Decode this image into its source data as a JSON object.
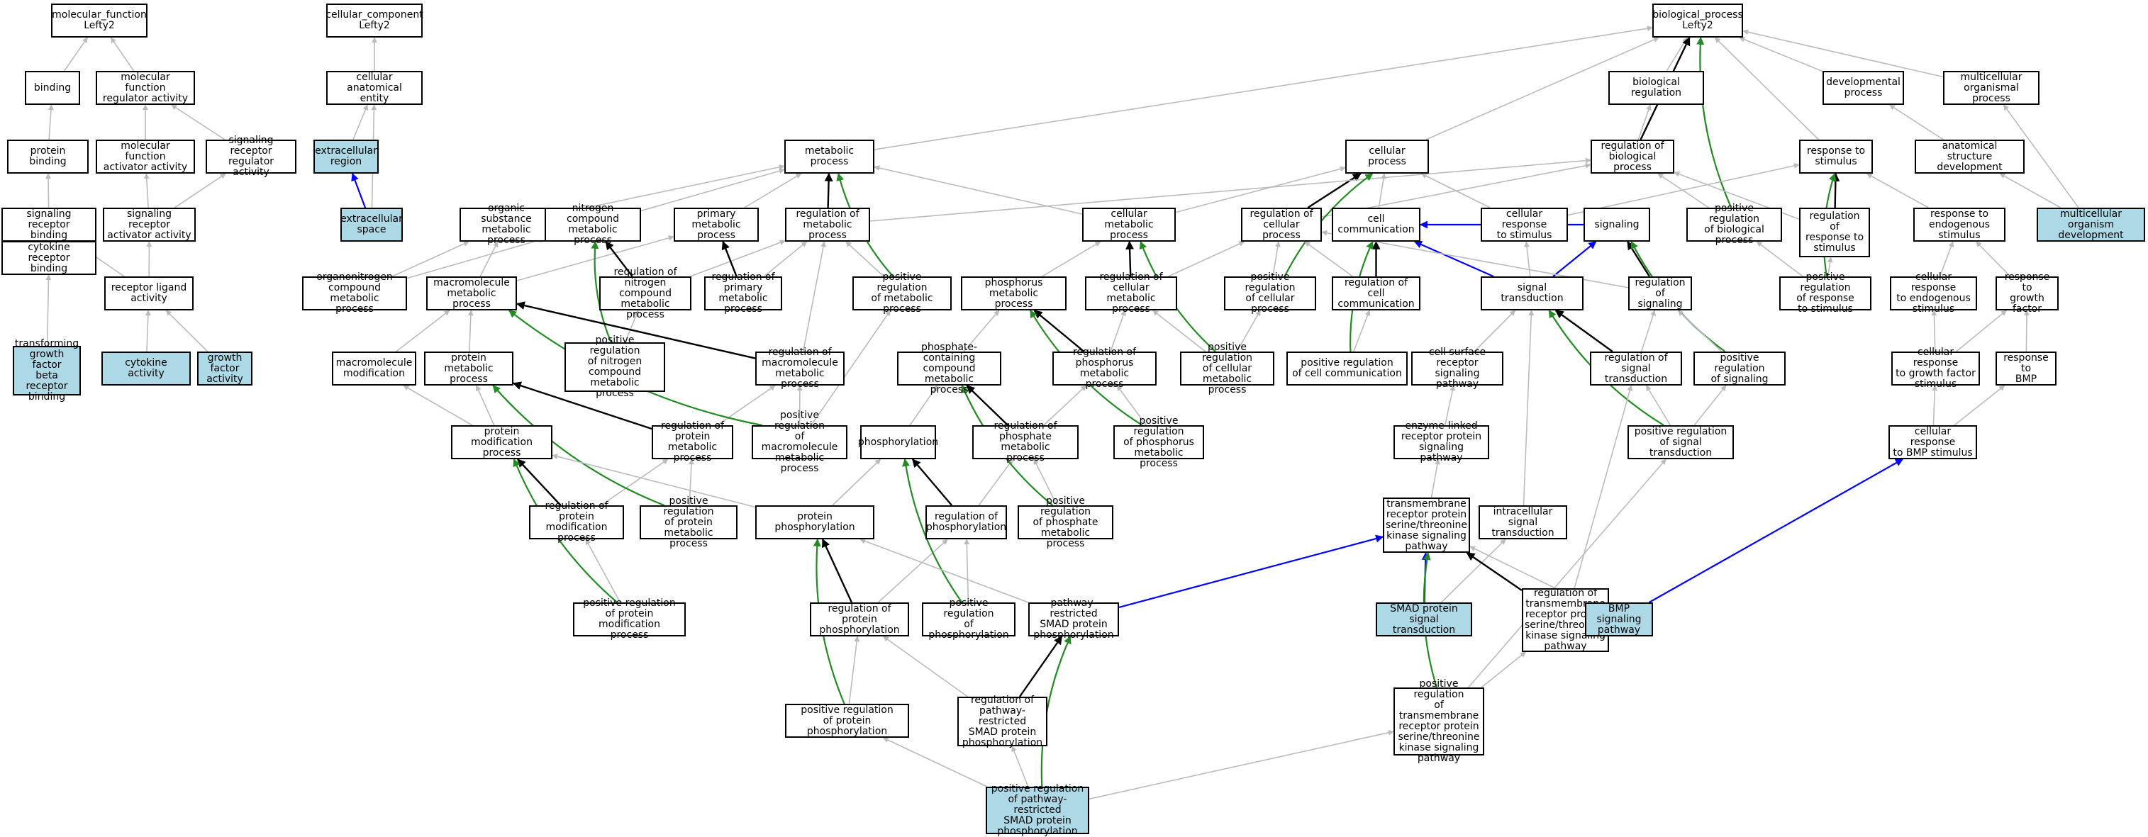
{
  "title": "",
  "colors": {
    "node_highlight": "#add8e6",
    "edge_is_a": "#bbbbbb",
    "edge_part_of": "#000000",
    "edge_positive": "#228b22",
    "edge_regulates": "#0000ff"
  },
  "nodes": [
    {
      "id": "mf",
      "label": "molecular_function\nLefty2",
      "hl": false
    },
    {
      "id": "binding",
      "label": "binding",
      "hl": false
    },
    {
      "id": "mfra",
      "label": "molecular function\nregulator activity",
      "hl": false
    },
    {
      "id": "protbind",
      "label": "protein binding",
      "hl": false
    },
    {
      "id": "mfaa",
      "label": "molecular function\nactivator activity",
      "hl": false
    },
    {
      "id": "srra",
      "label": "signaling receptor\nregulator activity",
      "hl": false
    },
    {
      "id": "srb",
      "label": "signaling receptor\nbinding",
      "hl": false
    },
    {
      "id": "sraa",
      "label": "signaling receptor\nactivator activity",
      "hl": false
    },
    {
      "id": "crb",
      "label": "cytokine receptor\nbinding",
      "hl": false
    },
    {
      "id": "rla",
      "label": "receptor ligand\nactivity",
      "hl": false
    },
    {
      "id": "tgfb",
      "label": "transforming\ngrowth factor\nbeta receptor\nbinding",
      "hl": true
    },
    {
      "id": "cyto",
      "label": "cytokine activity",
      "hl": true
    },
    {
      "id": "gfa",
      "label": "growth factor\nactivity",
      "hl": true
    },
    {
      "id": "cc",
      "label": "cellular_component\nLefty2",
      "hl": false
    },
    {
      "id": "cae",
      "label": "cellular anatomical\nentity",
      "hl": false
    },
    {
      "id": "ecr",
      "label": "extracellular\nregion",
      "hl": true
    },
    {
      "id": "ecs",
      "label": "extracellular\nspace",
      "hl": true
    },
    {
      "id": "bp",
      "label": "biological_process\nLefty2",
      "hl": false
    },
    {
      "id": "metab",
      "label": "metabolic process",
      "hl": false
    },
    {
      "id": "cellp",
      "label": "cellular process",
      "hl": false
    },
    {
      "id": "bioreg",
      "label": "biological regulation",
      "hl": false
    },
    {
      "id": "devp",
      "label": "developmental\nprocess",
      "hl": false
    },
    {
      "id": "mop",
      "label": "multicellular\norganismal process",
      "hl": false
    },
    {
      "id": "regbio",
      "label": "regulation of\nbiological process",
      "hl": false
    },
    {
      "id": "resp",
      "label": "response to\nstimulus",
      "hl": false
    },
    {
      "id": "asd",
      "label": "anatomical structure\ndevelopment",
      "hl": false
    },
    {
      "id": "osmp",
      "label": "organic substance\nmetabolic process",
      "hl": false
    },
    {
      "id": "ncmp",
      "label": "nitrogen compound\nmetabolic process",
      "hl": false
    },
    {
      "id": "pmp",
      "label": "primary metabolic\nprocess",
      "hl": false
    },
    {
      "id": "regmp",
      "label": "regulation of\nmetabolic process",
      "hl": false
    },
    {
      "id": "cmp",
      "label": "cellular metabolic\nprocess",
      "hl": false
    },
    {
      "id": "regcp",
      "label": "regulation of\ncellular process",
      "hl": false
    },
    {
      "id": "cellcomm",
      "label": "cell communication",
      "hl": false
    },
    {
      "id": "crs",
      "label": "cellular response\nto stimulus",
      "hl": false
    },
    {
      "id": "signaling",
      "label": "signaling",
      "hl": false
    },
    {
      "id": "posregbp",
      "label": "positive regulation\nof biological\nprocess",
      "hl": false
    },
    {
      "id": "regrs",
      "label": "regulation of\nresponse to\nstimulus",
      "hl": false
    },
    {
      "id": "res",
      "label": "response to\nendogenous stimulus",
      "hl": false
    },
    {
      "id": "mod",
      "label": "multicellular\norganism development",
      "hl": true
    },
    {
      "id": "oncmp",
      "label": "organonitrogen\ncompound metabolic\nprocess",
      "hl": false
    },
    {
      "id": "mmp",
      "label": "macromolecule\nmetabolic process",
      "hl": false
    },
    {
      "id": "regncmp",
      "label": "regulation of\nnitrogen compound\nmetabolic process",
      "hl": false
    },
    {
      "id": "regpmp",
      "label": "regulation of\nprimary metabolic\nprocess",
      "hl": false
    },
    {
      "id": "posregmp",
      "label": "positive regulation\nof metabolic\nprocess",
      "hl": false
    },
    {
      "id": "phmp",
      "label": "phosphorus metabolic\nprocess",
      "hl": false
    },
    {
      "id": "regcmp",
      "label": "regulation of\ncellular metabolic\nprocess",
      "hl": false
    },
    {
      "id": "posregcp",
      "label": "positive regulation\nof cellular\nprocess",
      "hl": false
    },
    {
      "id": "regcc",
      "label": "regulation of\ncell communication",
      "hl": false
    },
    {
      "id": "st",
      "label": "signal transduction",
      "hl": false
    },
    {
      "id": "regsig",
      "label": "regulation of\nsignaling",
      "hl": false
    },
    {
      "id": "posregrs",
      "label": "positive regulation\nof response\nto stimulus",
      "hl": false
    },
    {
      "id": "crres",
      "label": "cellular response\nto endogenous\nstimulus",
      "hl": false
    },
    {
      "id": "rgf",
      "label": "response to\ngrowth factor",
      "hl": false
    },
    {
      "id": "mmmod",
      "label": "macromolecule\nmodification",
      "hl": false
    },
    {
      "id": "protmp",
      "label": "protein metabolic\nprocess",
      "hl": false
    },
    {
      "id": "posregncmp",
      "label": "positive regulation\nof nitrogen\ncompound metabolic\nprocess",
      "hl": false
    },
    {
      "id": "regmmp",
      "label": "regulation of\nmacromolecule\nmetabolic process",
      "hl": false
    },
    {
      "id": "pccmp",
      "label": "phosphate-containing\ncompound metabolic\nprocess",
      "hl": false
    },
    {
      "id": "regphmp",
      "label": "regulation of\nphosphorus metabolic\nprocess",
      "hl": false
    },
    {
      "id": "posregcmp",
      "label": "positive regulation\nof cellular\nmetabolic process",
      "hl": false
    },
    {
      "id": "posregcc",
      "label": "positive regulation\nof cell communication",
      "hl": false
    },
    {
      "id": "csrsp",
      "label": "cell surface\nreceptor signaling\npathway",
      "hl": false
    },
    {
      "id": "regst",
      "label": "regulation of\nsignal transduction",
      "hl": false
    },
    {
      "id": "posregsig",
      "label": "positive regulation\nof signaling",
      "hl": false
    },
    {
      "id": "crgf",
      "label": "cellular response\nto growth factor\nstimulus",
      "hl": false
    },
    {
      "id": "rbmp",
      "label": "response to\nBMP",
      "hl": false
    },
    {
      "id": "pmodp",
      "label": "protein modification\nprocess",
      "hl": false
    },
    {
      "id": "regprotmp",
      "label": "regulation of\nprotein metabolic\nprocess",
      "hl": false
    },
    {
      "id": "posregmmp",
      "label": "positive regulation\nof macromolecule\nmetabolic process",
      "hl": false
    },
    {
      "id": "phos",
      "label": "phosphorylation",
      "hl": false
    },
    {
      "id": "regphosmp",
      "label": "regulation of\nphosphate metabolic\nprocess",
      "hl": false
    },
    {
      "id": "posregphmp",
      "label": "positive regulation\nof phosphorus\nmetabolic process",
      "hl": false
    },
    {
      "id": "elrsp",
      "label": "enzyme-linked\nreceptor protein\nsignaling pathway",
      "hl": false
    },
    {
      "id": "posregst",
      "label": "positive regulation\nof signal transduction",
      "hl": false
    },
    {
      "id": "crbmp",
      "label": "cellular response\nto BMP stimulus",
      "hl": false
    },
    {
      "id": "regpmodp",
      "label": "regulation of\nprotein modification\nprocess",
      "hl": false
    },
    {
      "id": "posregprotmp",
      "label": "positive regulation\nof protein metabolic\nprocess",
      "hl": false
    },
    {
      "id": "protphos",
      "label": "protein phosphorylation",
      "hl": false
    },
    {
      "id": "regphos",
      "label": "regulation of\nphosphorylation",
      "hl": false
    },
    {
      "id": "posregphosmp",
      "label": "positive regulation\nof phosphate\nmetabolic process",
      "hl": false
    },
    {
      "id": "tmrsp",
      "label": "transmembrane\nreceptor protein\nserine/threonine\nkinase signaling\npathway",
      "hl": false
    },
    {
      "id": "ist",
      "label": "intracellular\nsignal transduction",
      "hl": false
    },
    {
      "id": "posregpmodp",
      "label": "positive regulation\nof protein modification\nprocess",
      "hl": false
    },
    {
      "id": "regprotphos",
      "label": "regulation of\nprotein phosphorylation",
      "hl": false
    },
    {
      "id": "posregphos",
      "label": "positive regulation\nof phosphorylation",
      "hl": false
    },
    {
      "id": "prsmad",
      "label": "pathway-restricted\nSMAD protein\nphosphorylation",
      "hl": false
    },
    {
      "id": "smadst",
      "label": "SMAD protein\nsignal transduction",
      "hl": true
    },
    {
      "id": "regtm",
      "label": "regulation of\ntransmembrane\nreceptor protein\nserine/threonine\nkinase signaling\npathway",
      "hl": false
    },
    {
      "id": "bmpsp",
      "label": "BMP signaling\npathway",
      "hl": true
    },
    {
      "id": "posregprotphos",
      "label": "positive regulation\nof protein phosphorylation",
      "hl": false
    },
    {
      "id": "regprsmad",
      "label": "regulation of\npathway-restricted\nSMAD protein\nphosphorylation",
      "hl": false
    },
    {
      "id": "posregtm",
      "label": "positive regulation\nof transmembrane\nreceptor protein\nserine/threonine\nkinase signaling\npathway",
      "hl": false
    },
    {
      "id": "posregprsmad",
      "label": "positive regulation\nof pathway-restricted\nSMAD protein\nphosphorylation",
      "hl": true
    }
  ],
  "edges": [
    [
      "binding",
      "mf",
      "is_a"
    ],
    [
      "mfra",
      "mf",
      "is_a"
    ],
    [
      "protbind",
      "binding",
      "is_a"
    ],
    [
      "mfaa",
      "mfra",
      "is_a"
    ],
    [
      "srra",
      "mfra",
      "is_a"
    ],
    [
      "srb",
      "protbind",
      "is_a"
    ],
    [
      "sraa",
      "mfaa",
      "is_a"
    ],
    [
      "sraa",
      "srra",
      "is_a"
    ],
    [
      "crb",
      "srb",
      "is_a"
    ],
    [
      "rla",
      "sraa",
      "is_a"
    ],
    [
      "rla",
      "srb",
      "is_a"
    ],
    [
      "tgfb",
      "crb",
      "is_a"
    ],
    [
      "cyto",
      "rla",
      "is_a"
    ],
    [
      "gfa",
      "rla",
      "is_a"
    ],
    [
      "cae",
      "cc",
      "is_a"
    ],
    [
      "ecr",
      "cae",
      "is_a"
    ],
    [
      "ecs",
      "cae",
      "is_a"
    ],
    [
      "ecs",
      "ecr",
      "regulates"
    ],
    [
      "metab",
      "bp",
      "is_a"
    ],
    [
      "cellp",
      "bp",
      "is_a"
    ],
    [
      "bioreg",
      "bp",
      "is_a"
    ],
    [
      "devp",
      "bp",
      "is_a"
    ],
    [
      "mop",
      "bp",
      "is_a"
    ],
    [
      "regbio",
      "bp",
      "part_of"
    ],
    [
      "regbio",
      "bioreg",
      "is_a"
    ],
    [
      "posregbp",
      "bp",
      "positive"
    ],
    [
      "resp",
      "bp",
      "is_a"
    ],
    [
      "asd",
      "devp",
      "is_a"
    ],
    [
      "mod",
      "asd",
      "is_a"
    ],
    [
      "mod",
      "mop",
      "is_a"
    ],
    [
      "osmp",
      "metab",
      "is_a"
    ],
    [
      "ncmp",
      "metab",
      "is_a"
    ],
    [
      "pmp",
      "metab",
      "is_a"
    ],
    [
      "regmp",
      "metab",
      "part_of"
    ],
    [
      "posregmp",
      "metab",
      "positive"
    ],
    [
      "cmp",
      "metab",
      "is_a"
    ],
    [
      "cmp",
      "cellp",
      "is_a"
    ],
    [
      "regcp",
      "cellp",
      "part_of"
    ],
    [
      "regcp",
      "regbio",
      "is_a"
    ],
    [
      "cellcomm",
      "cellp",
      "is_a"
    ],
    [
      "crs",
      "cellp",
      "is_a"
    ],
    [
      "crs",
      "resp",
      "is_a"
    ],
    [
      "signaling",
      "cellcomm",
      "regulates"
    ],
    [
      "posregbp",
      "regbio",
      "is_a"
    ],
    [
      "regrs",
      "resp",
      "part_of"
    ],
    [
      "regrs",
      "regbio",
      "is_a"
    ],
    [
      "res",
      "resp",
      "is_a"
    ],
    [
      "regmp",
      "regbio",
      "is_a"
    ],
    [
      "posregcp",
      "cellp",
      "positive"
    ],
    [
      "oncmp",
      "osmp",
      "is_a"
    ],
    [
      "oncmp",
      "ncmp",
      "is_a"
    ],
    [
      "mmp",
      "osmp",
      "is_a"
    ],
    [
      "mmp",
      "pmp",
      "is_a"
    ],
    [
      "regncmp",
      "ncmp",
      "part_of"
    ],
    [
      "regncmp",
      "regmp",
      "is_a"
    ],
    [
      "regpmp",
      "pmp",
      "part_of"
    ],
    [
      "regpmp",
      "regmp",
      "is_a"
    ],
    [
      "posregmp",
      "regmp",
      "is_a"
    ],
    [
      "phmp",
      "cmp",
      "is_a"
    ],
    [
      "regcmp",
      "cmp",
      "part_of"
    ],
    [
      "regcmp",
      "regcp",
      "is_a"
    ],
    [
      "posregcp",
      "regcp",
      "is_a"
    ],
    [
      "regcc",
      "cellcomm",
      "part_of"
    ],
    [
      "regcc",
      "regcp",
      "is_a"
    ],
    [
      "st",
      "cellcomm",
      "regulates"
    ],
    [
      "st",
      "signaling",
      "regulates"
    ],
    [
      "st",
      "crs",
      "is_a"
    ],
    [
      "regsig",
      "signaling",
      "part_of"
    ],
    [
      "regsig",
      "regcp",
      "is_a"
    ],
    [
      "posregrs",
      "regrs",
      "is_a"
    ],
    [
      "posregrs",
      "resp",
      "positive"
    ],
    [
      "posregrs",
      "posregbp",
      "is_a"
    ],
    [
      "crres",
      "res",
      "is_a"
    ],
    [
      "rgf",
      "res",
      "is_a"
    ],
    [
      "mmmod",
      "mmp",
      "is_a"
    ],
    [
      "protmp",
      "mmp",
      "is_a"
    ],
    [
      "posregncmp",
      "ncmp",
      "positive"
    ],
    [
      "posregncmp",
      "regncmp",
      "is_a"
    ],
    [
      "regmmp",
      "mmp",
      "part_of"
    ],
    [
      "regmmp",
      "regmp",
      "is_a"
    ],
    [
      "pccmp",
      "phmp",
      "is_a"
    ],
    [
      "regphmp",
      "phmp",
      "part_of"
    ],
    [
      "regphmp",
      "regcmp",
      "is_a"
    ],
    [
      "posregcmp",
      "cmp",
      "positive"
    ],
    [
      "posregcmp",
      "regcmp",
      "is_a"
    ],
    [
      "posregcmp",
      "posregcp",
      "is_a"
    ],
    [
      "posregcc",
      "cellcomm",
      "positive"
    ],
    [
      "posregcc",
      "regcc",
      "is_a"
    ],
    [
      "csrsp",
      "st",
      "is_a"
    ],
    [
      "regst",
      "st",
      "part_of"
    ],
    [
      "regst",
      "regsig",
      "is_a"
    ],
    [
      "posregsig",
      "signaling",
      "positive"
    ],
    [
      "posregsig",
      "regsig",
      "is_a"
    ],
    [
      "crgf",
      "crres",
      "is_a"
    ],
    [
      "crgf",
      "rgf",
      "is_a"
    ],
    [
      "rbmp",
      "rgf",
      "is_a"
    ],
    [
      "pmodp",
      "mmmod",
      "is_a"
    ],
    [
      "pmodp",
      "protmp",
      "is_a"
    ],
    [
      "regprotmp",
      "protmp",
      "part_of"
    ],
    [
      "regprotmp",
      "regmmp",
      "is_a"
    ],
    [
      "posregmmp",
      "mmp",
      "positive"
    ],
    [
      "posregmmp",
      "regmmp",
      "is_a"
    ],
    [
      "posregmmp",
      "posregmp",
      "is_a"
    ],
    [
      "phos",
      "pccmp",
      "is_a"
    ],
    [
      "regphosmp",
      "pccmp",
      "part_of"
    ],
    [
      "regphosmp",
      "regphmp",
      "is_a"
    ],
    [
      "posregphmp",
      "phmp",
      "positive"
    ],
    [
      "posregphmp",
      "regphmp",
      "is_a"
    ],
    [
      "elrsp",
      "csrsp",
      "is_a"
    ],
    [
      "posregst",
      "st",
      "positive"
    ],
    [
      "posregst",
      "regst",
      "is_a"
    ],
    [
      "posregst",
      "posregsig",
      "is_a"
    ],
    [
      "crbmp",
      "crgf",
      "is_a"
    ],
    [
      "crbmp",
      "rbmp",
      "is_a"
    ],
    [
      "regpmodp",
      "pmodp",
      "part_of"
    ],
    [
      "regpmodp",
      "regprotmp",
      "is_a"
    ],
    [
      "posregprotmp",
      "protmp",
      "positive"
    ],
    [
      "posregprotmp",
      "regprotmp",
      "is_a"
    ],
    [
      "protphos",
      "phos",
      "is_a"
    ],
    [
      "protphos",
      "pmodp",
      "is_a"
    ],
    [
      "regphos",
      "phos",
      "part_of"
    ],
    [
      "regphos",
      "regphosmp",
      "is_a"
    ],
    [
      "posregphosmp",
      "pccmp",
      "positive"
    ],
    [
      "posregphosmp",
      "regphosmp",
      "is_a"
    ],
    [
      "tmrsp",
      "elrsp",
      "is_a"
    ],
    [
      "ist",
      "st",
      "is_a"
    ],
    [
      "posregpmodp",
      "pmodp",
      "positive"
    ],
    [
      "posregpmodp",
      "regpmodp",
      "is_a"
    ],
    [
      "regprotphos",
      "protphos",
      "part_of"
    ],
    [
      "regprotphos",
      "regphos",
      "is_a"
    ],
    [
      "posregphos",
      "phos",
      "positive"
    ],
    [
      "posregphos",
      "regphos",
      "is_a"
    ],
    [
      "prsmad",
      "protphos",
      "is_a"
    ],
    [
      "prsmad",
      "tmrsp",
      "regulates"
    ],
    [
      "smadst",
      "tmrsp",
      "regulates"
    ],
    [
      "smadst",
      "ist",
      "is_a"
    ],
    [
      "regtm",
      "tmrsp",
      "part_of"
    ],
    [
      "regtm",
      "regst",
      "is_a"
    ],
    [
      "bmpsp",
      "tmrsp",
      "is_a"
    ],
    [
      "bmpsp",
      "crbmp",
      "regulates"
    ],
    [
      "posregprotphos",
      "protphos",
      "positive"
    ],
    [
      "posregprotphos",
      "regprotphos",
      "is_a"
    ],
    [
      "regprsmad",
      "prsmad",
      "part_of"
    ],
    [
      "regprsmad",
      "regprotphos",
      "is_a"
    ],
    [
      "posregtm",
      "tmrsp",
      "positive"
    ],
    [
      "posregtm",
      "regtm",
      "is_a"
    ],
    [
      "posregtm",
      "posregst",
      "is_a"
    ],
    [
      "posregprsmad",
      "prsmad",
      "positive"
    ],
    [
      "posregprsmad",
      "regprsmad",
      "is_a"
    ],
    [
      "posregprsmad",
      "posregprotphos",
      "is_a"
    ],
    [
      "posregprsmad",
      "posregtm",
      "is_a"
    ]
  ]
}
